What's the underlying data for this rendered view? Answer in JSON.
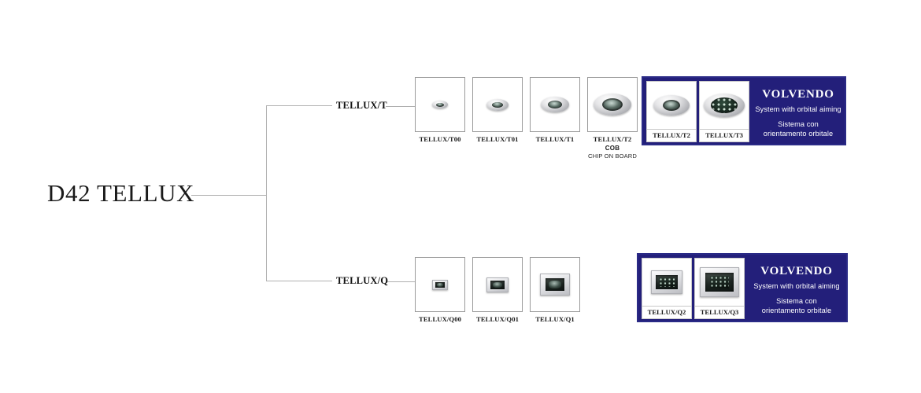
{
  "root": {
    "title": "D42 TELLUX"
  },
  "branches": [
    {
      "label": "TELLUX/T",
      "products": [
        {
          "code": "TELLUX/T00"
        },
        {
          "code": "TELLUX/T01"
        },
        {
          "code": "TELLUX/T1"
        },
        {
          "code": "TELLUX/T2",
          "tag": "COB",
          "tag_sub": "CHIP ON BOARD"
        }
      ],
      "panel": {
        "title": "VOLVENDO",
        "subtitle_en": "System with orbital aiming",
        "subtitle_it_line1": "Sistema con",
        "subtitle_it_line2": "orientamento orbitale",
        "products": [
          {
            "code": "TELLUX/T2"
          },
          {
            "code": "TELLUX/T3"
          }
        ]
      }
    },
    {
      "label": "TELLUX/Q",
      "products": [
        {
          "code": "TELLUX/Q00"
        },
        {
          "code": "TELLUX/Q01"
        },
        {
          "code": "TELLUX/Q1"
        }
      ],
      "panel": {
        "title": "VOLVENDO",
        "subtitle_en": "System with orbital aiming",
        "subtitle_it_line1": "Sistema con",
        "subtitle_it_line2": "orientamento orbitale",
        "products": [
          {
            "code": "TELLUX/Q2"
          },
          {
            "code": "TELLUX/Q3"
          }
        ]
      }
    }
  ],
  "colors": {
    "panel_background": "#231f7a",
    "panel_border": "#2a2a86",
    "connector_line": "#b0b0b0",
    "text": "#1a1a1a",
    "panel_text": "#ffffff"
  }
}
